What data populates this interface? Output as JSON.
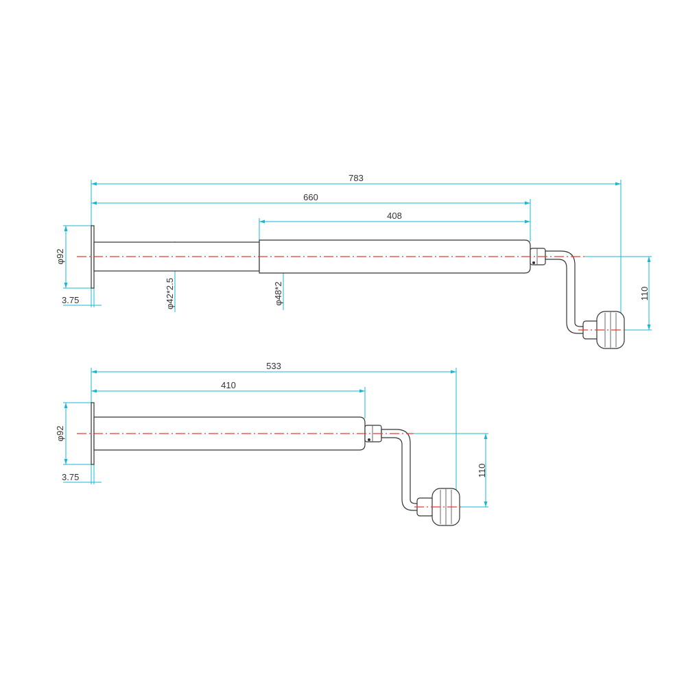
{
  "colors": {
    "dimension": "#17b8d6",
    "centerline": "#e53935",
    "outline": "#333333"
  },
  "drawing_top": {
    "overall_length": "783",
    "tube_length": "660",
    "outer_tube_length": "408",
    "flange_diameter": "φ92",
    "flange_thickness": "3.75",
    "inner_tube_spec": "φ42*2.5",
    "outer_tube_spec": "φ48*2",
    "crank_offset": "110"
  },
  "drawing_bottom": {
    "overall_length": "533",
    "tube_length": "410",
    "flange_diameter": "φ92",
    "flange_thickness": "3.75",
    "crank_offset": "110"
  }
}
